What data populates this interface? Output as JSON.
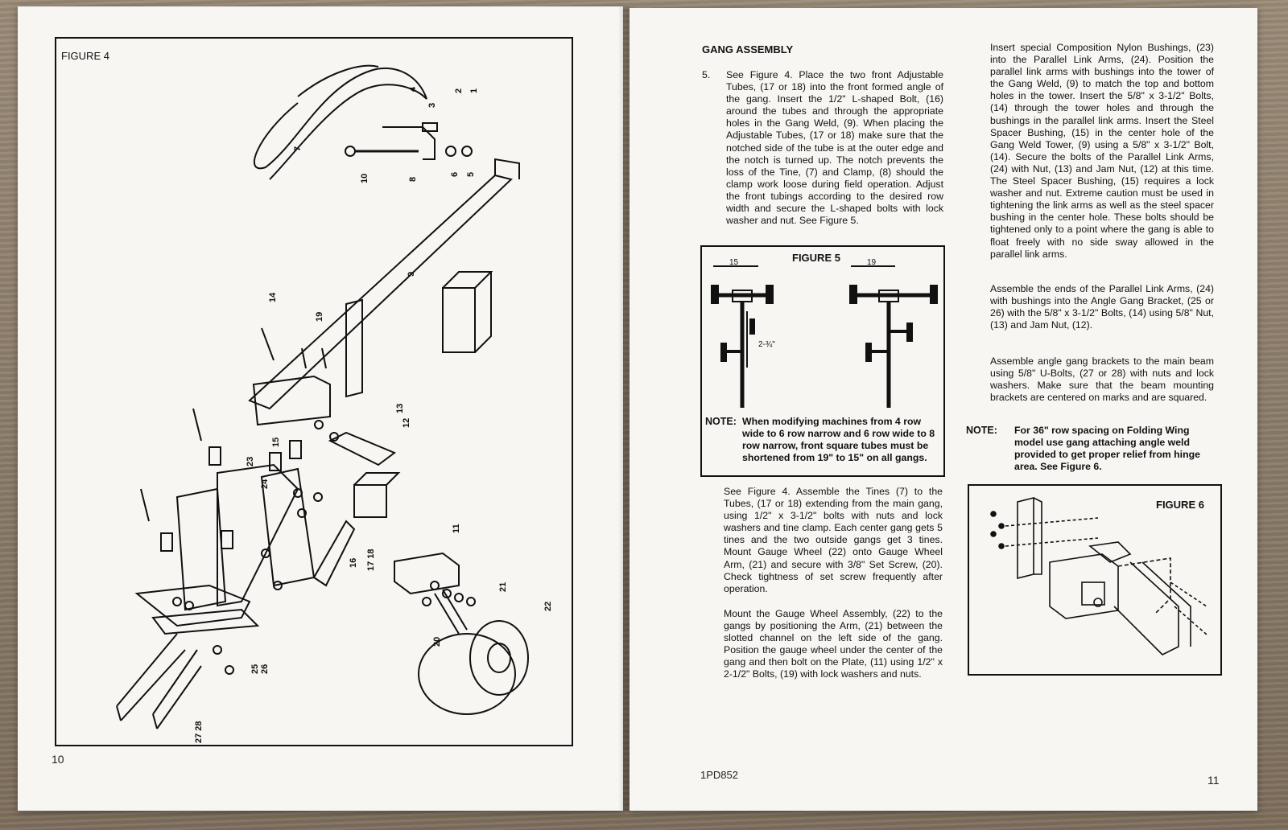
{
  "left_page": {
    "figure_label": "FIGURE 4",
    "page_number": "10",
    "callouts": [
      "1",
      "2",
      "3",
      "4",
      "5",
      "6",
      "7",
      "8",
      "9",
      "10",
      "11",
      "12",
      "13",
      "14",
      "15",
      "16",
      "17 18",
      "19",
      "20",
      "21",
      "22",
      "23",
      "24",
      "25",
      "26",
      "27 28"
    ]
  },
  "right_page": {
    "heading": "GANG ASSEMBLY",
    "step_number": "5.",
    "step_text": "See Figure 4. Place the two front Adjustable Tubes, (17 or 18) into the front formed angle of the gang. Insert the 1/2\" L-shaped Bolt, (16) around the tubes and through the appropriate holes in the Gang Weld, (9). When placing the Adjustable Tubes, (17 or 18) make sure that the notched side of the tube is at the outer edge and the notch is turned up. The notch prevents the loss of the Tine, (7) and Clamp, (8) should the clamp work loose during field operation. Adjust the front tubings according to the desired row width and secure the L-shaped bolts with lock washer and nut. See Figure 5.",
    "figure5": {
      "label": "FIGURE 5",
      "dim_left": "15",
      "dim_right": "19",
      "dim_offset": "2-¾\"",
      "note_label": "NOTE:",
      "note_text": "When modifying machines from 4 row wide to 6 row narrow and 6 row wide to 8 row narrow, front square tubes must be shortened from 19\" to 15\" on all gangs."
    },
    "para_tines": "See Figure 4. Assemble the Tines (7) to the Tubes, (17 or 18) extending from the main gang, using 1/2\" x 3-1/2\" bolts with nuts and lock washers and tine clamp. Each center gang gets 5 tines and the two outside gangs get 3 tines. Mount Gauge Wheel (22) onto Gauge Wheel Arm, (21) and secure with 3/8\" Set Screw, (20). Check tightness of set screw frequently after operation.",
    "para_gauge": "Mount the Gauge Wheel Assembly, (22) to the gangs by positioning the Arm, (21) between the slotted channel on the left side of the gang. Position the gauge wheel under the center of the gang and then bolt on the Plate, (11) using 1/2\" x 2-1/2\" Bolts, (19) with lock washers and nuts.",
    "para_bushings": "Insert special Composition Nylon Bushings, (23) into the Parallel Link Arms, (24). Position the parallel link arms with bushings into the tower of the Gang Weld, (9) to match the top and bottom holes in the tower. Insert the 5/8\" x 3-1/2\" Bolts, (14) through the tower holes and through the bushings in the parallel link arms. Insert the Steel Spacer Bushing, (15) in the center hole of the Gang Weld Tower, (9) using a 5/8\" x 3-1/2\" Bolt, (14). Secure the bolts of the Parallel Link Arms, (24) with Nut, (13) and Jam Nut, (12) at this time. The Steel Spacer Bushing, (15) requires a lock washer and nut. Extreme caution must be used in tightening the link arms as well as the steel spacer bushing in the center hole. These bolts should be tightened only to a point where the gang is able to float freely with no side sway allowed in the parallel link arms.",
    "para_ends": "Assemble the ends of the Parallel Link Arms, (24) with bushings into the Angle Gang Bracket, (25 or 26) with the 5/8\" x 3-1/2\" Bolts, (14) using 5/8\" Nut, (13) and Jam Nut, (12).",
    "para_brackets": "Assemble angle gang brackets to the main beam using 5/8\" U-Bolts, (27 or 28) with nuts and lock washers. Make sure that the beam mounting brackets are centered on marks and are squared.",
    "note2_label": "NOTE:",
    "note2_text": "For 36\" row spacing on Folding Wing model use gang attaching angle weld provided to get proper relief from hinge area. See Figure 6.",
    "figure6_label": "FIGURE 6",
    "doc_code": "1PD852",
    "page_number": "11"
  }
}
